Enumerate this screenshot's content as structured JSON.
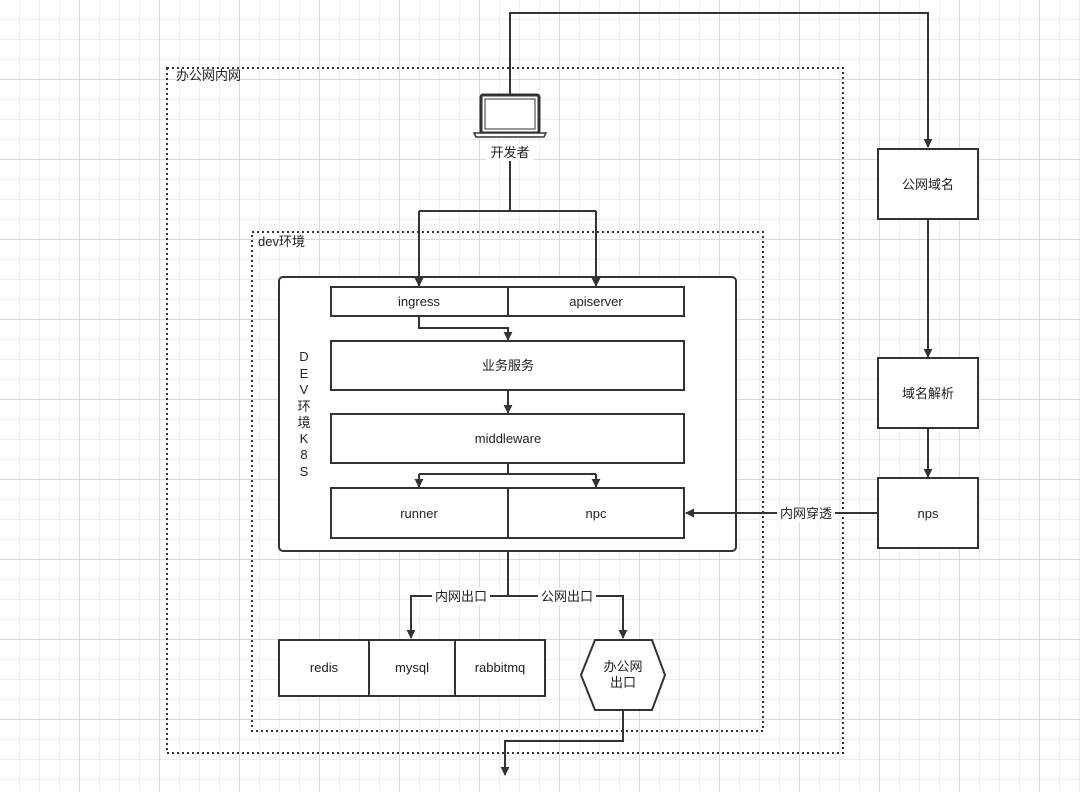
{
  "groups": {
    "office_intranet": "办公网内网",
    "dev_env": "dev环境",
    "k8s_vertical": [
      "D",
      "E",
      "V",
      "环",
      "境",
      "K",
      "8",
      "S"
    ]
  },
  "nodes": {
    "developer": "开发者",
    "ingress": "ingress",
    "apiserver": "apiserver",
    "business_service": "业务服务",
    "middleware": "middleware",
    "runner": "runner",
    "npc": "npc",
    "redis": "redis",
    "mysql": "mysql",
    "rabbitmq": "rabbitmq",
    "office_exit_line1": "办公网",
    "office_exit_line2": "出口",
    "public_domain": "公网域名",
    "dns_resolution": "域名解析",
    "nps": "nps"
  },
  "edge_labels": {
    "intranet_penetration": "内网穿透",
    "intranet_exit": "内网出口",
    "public_exit": "公网出口"
  },
  "icons": {
    "developer": "laptop-icon"
  }
}
